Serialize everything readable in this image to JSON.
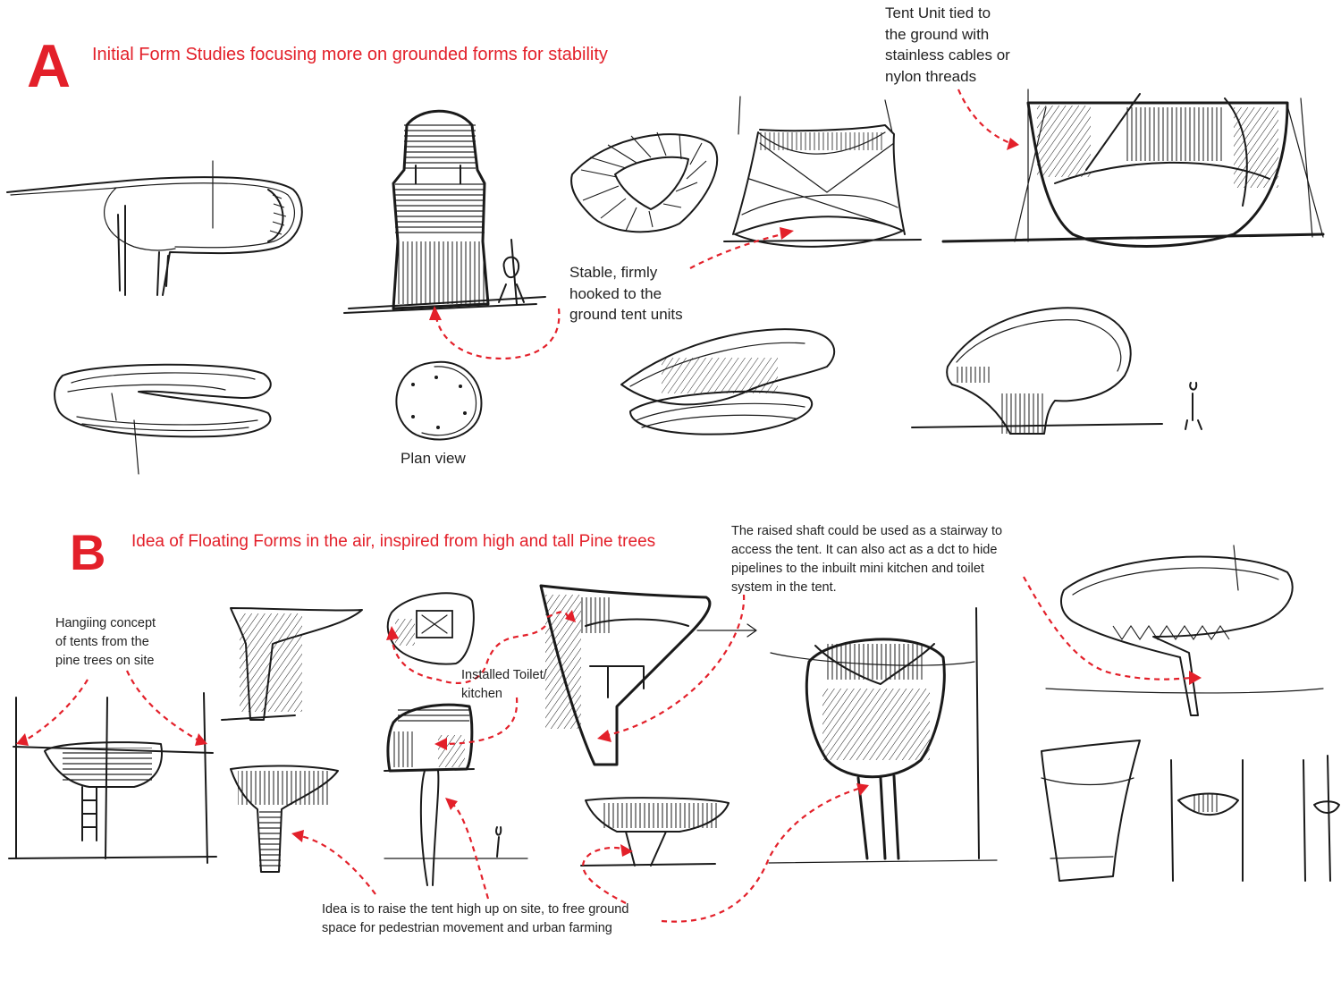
{
  "colors": {
    "accent": "#e3202a",
    "ink": "#1a1a1a",
    "text": "#222222",
    "paper": "#ffffff"
  },
  "section_a": {
    "letter": "A",
    "title": "Initial Form Studies focusing more on grounded forms for stability",
    "notes": {
      "tent_tied": [
        "Tent Unit tied to",
        "the ground with",
        "stainless cables or",
        "nylon threads"
      ],
      "stable": [
        "Stable, firmly",
        "hooked to the",
        "ground tent units"
      ],
      "plan_view": "Plan view"
    }
  },
  "section_b": {
    "letter": "B",
    "title": "Idea of Floating Forms in the air, inspired from high and tall Pine trees",
    "notes": {
      "hanging": [
        "Hangiing concept",
        "of tents from the",
        "pine trees on site"
      ],
      "installed": [
        "Installed Toilet/",
        "kitchen"
      ],
      "raised_shaft": [
        "The raised shaft could be used as a stairway to",
        "access the tent. It can also act as a dct to hide",
        "pipelines to the inbuilt mini kitchen and toilet",
        "system in the tent."
      ],
      "idea": [
        "Idea is to raise the tent high up on site, to free ground",
        "space for pedestrian movement and urban farming"
      ]
    }
  }
}
